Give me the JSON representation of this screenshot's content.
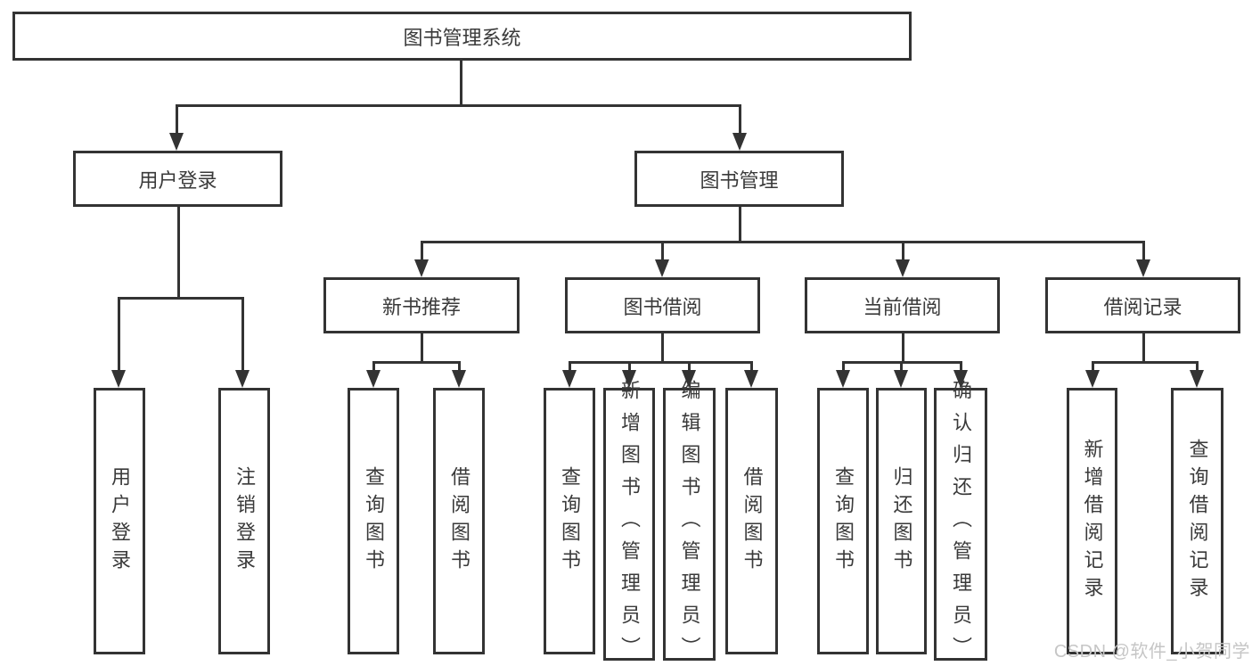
{
  "diagram_type": "hierarchy-tree",
  "colors": {
    "line": "#333333",
    "text": "#3a3a3a",
    "watermark": "#c6c6c6",
    "bg": "#ffffff"
  },
  "tree": {
    "label": "图书管理系统",
    "children": [
      {
        "label": "用户登录",
        "children": [
          {
            "label": "用户登录"
          },
          {
            "label": "注销登录"
          }
        ]
      },
      {
        "label": "图书管理",
        "children": [
          {
            "label": "新书推荐",
            "children": [
              {
                "label": "查询图书"
              },
              {
                "label": "借阅图书"
              }
            ]
          },
          {
            "label": "图书借阅",
            "children": [
              {
                "label": "查询图书"
              },
              {
                "label": "新增图书（管理员）"
              },
              {
                "label": "编辑图书（管理员）"
              },
              {
                "label": "借阅图书"
              }
            ]
          },
          {
            "label": "当前借阅",
            "children": [
              {
                "label": "查询图书"
              },
              {
                "label": "归还图书"
              },
              {
                "label": "确认归还（管理员）"
              }
            ]
          },
          {
            "label": "借阅记录",
            "children": [
              {
                "label": "新增借阅记录"
              },
              {
                "label": "查询借阅记录"
              }
            ]
          }
        ]
      }
    ]
  },
  "watermark": {
    "text": "CSDN @软件_小贺同学"
  }
}
